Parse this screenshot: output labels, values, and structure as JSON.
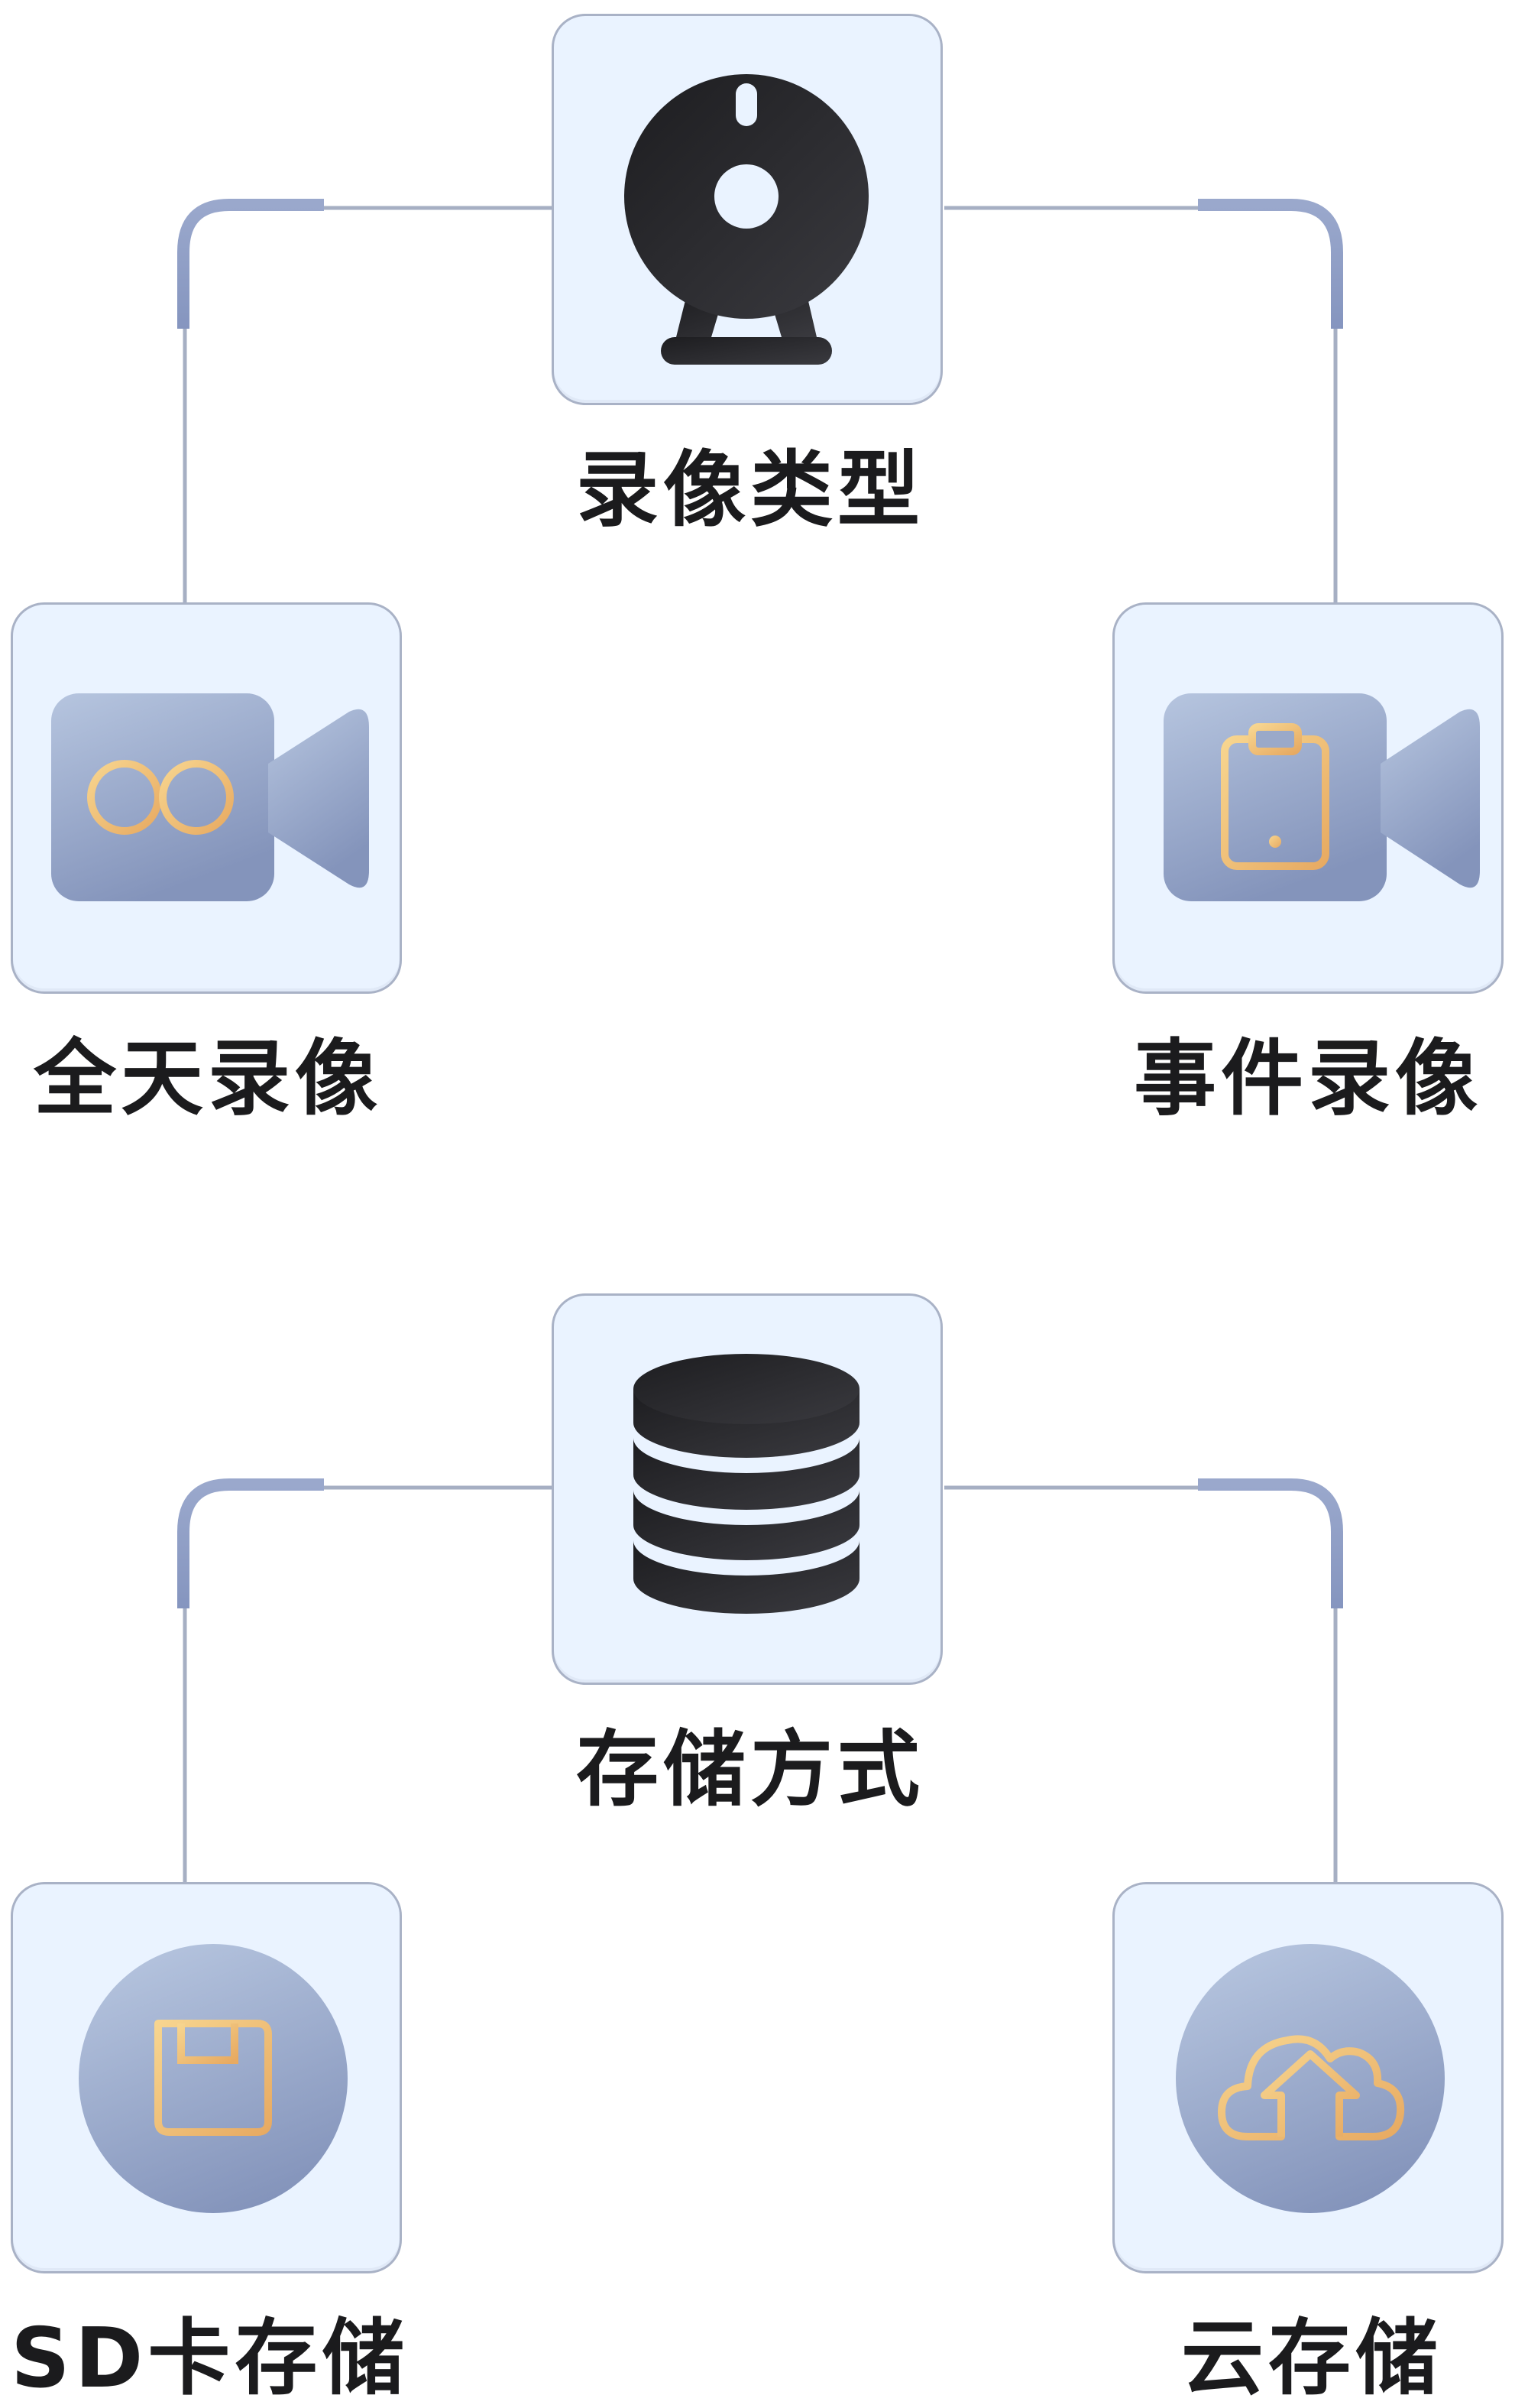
{
  "groups": [
    {
      "parent": {
        "label": "录像类型",
        "icon": "webcam-icon"
      },
      "children": [
        {
          "label": "全天录像",
          "icon": "video-loop-icon"
        },
        {
          "label": "事件录像",
          "icon": "video-event-icon"
        }
      ]
    },
    {
      "parent": {
        "label": "存储方式",
        "icon": "database-icon"
      },
      "children": [
        {
          "label": "SD卡存储",
          "icon": "floppy-disk-icon"
        },
        {
          "label": "云存储",
          "icon": "cloud-upload-icon"
        }
      ]
    }
  ],
  "colors": {
    "tile_background": "#eaf3ff",
    "tile_border": "#a9b2c6",
    "connector_line": "#a6afc3",
    "connector_accent": "#8d9cc6",
    "dark_icon": "#2a2a2e",
    "icon_gradient_top": "#b4c4df",
    "icon_gradient_bottom": "#8697bc",
    "gold_accent": "#f1c27a"
  }
}
